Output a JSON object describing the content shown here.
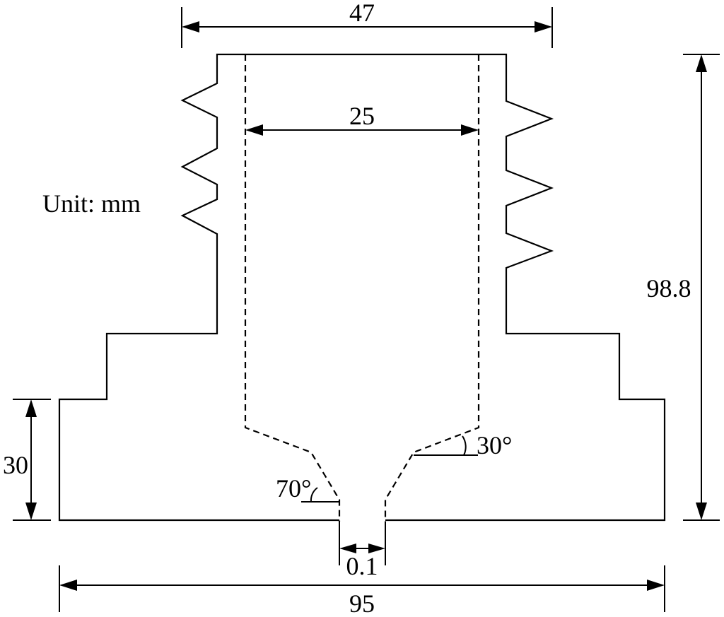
{
  "unit_note": "Unit: mm",
  "dimensions": {
    "top_outer_width": "47",
    "inner_bore_width": "25",
    "total_height": "98.8",
    "base_height": "30",
    "orifice_width": "0.1",
    "base_width": "95"
  },
  "angles": {
    "upper_taper": "30°",
    "lower_taper": "70°"
  }
}
